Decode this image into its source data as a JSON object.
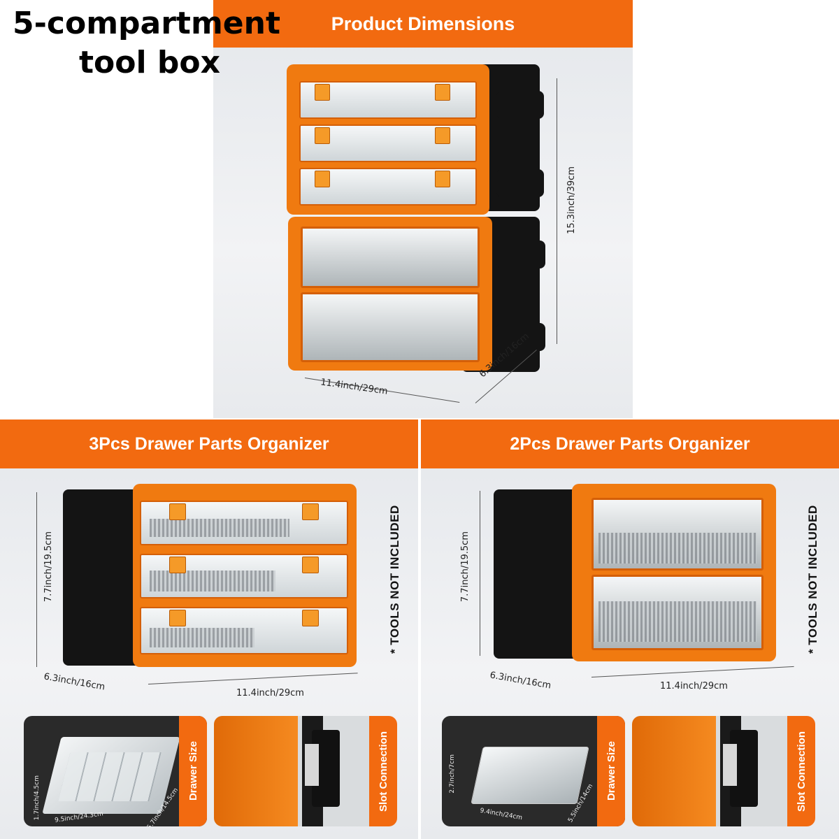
{
  "title": {
    "line1": "5-compartment",
    "line2": "tool box"
  },
  "top_panel": {
    "banner": "Product Dimensions",
    "height_dim": "15.3inch/39cm",
    "width_dim": "11.4inch/29cm",
    "depth_dim": "6.3inch/16cm"
  },
  "left_panel": {
    "banner": "3Pcs Drawer Parts Organizer",
    "height_dim": "7.7inch/19.5cm",
    "depth_dim": "6.3inch/16cm",
    "width_dim": "11.4inch/29cm",
    "note": "* TOOLS NOT INCLUDED",
    "drawer_size_label": "Drawer Size",
    "slot_label": "Slot Connection",
    "drawer_dims": {
      "h": "1.7inch/4.5cm",
      "w": "9.5inch/24.3cm",
      "d": "5.7inch/14.5cm"
    }
  },
  "right_panel": {
    "banner": "2Pcs Drawer Parts Organizer",
    "height_dim": "7.7inch/19.5cm",
    "depth_dim": "6.3inch/16cm",
    "width_dim": "11.4inch/29cm",
    "note": "* TOOLS NOT INCLUDED",
    "drawer_size_label": "Drawer Size",
    "slot_label": "Slot Connection",
    "drawer_dims": {
      "h": "2.7inch/7cm",
      "w": "9.4inch/24cm",
      "d": "5.5inch/14cm"
    }
  },
  "colors": {
    "accent": "#f26a10",
    "case_black": "#141414",
    "case_orange": "#f07a10"
  }
}
